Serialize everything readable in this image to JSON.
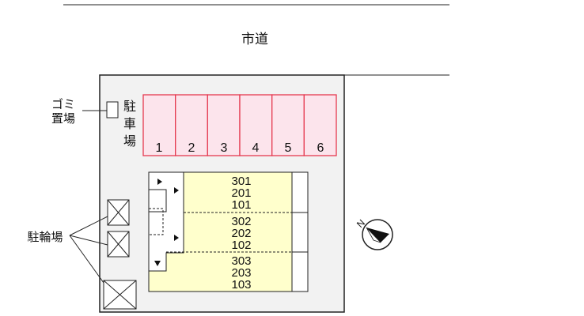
{
  "road": {
    "label": "市道"
  },
  "garbage": {
    "label_line1": "ゴミ",
    "label_line2": "置場"
  },
  "parking": {
    "label_chars": [
      "駐",
      "車",
      "場"
    ],
    "spaces": [
      "1",
      "2",
      "3",
      "4",
      "5",
      "6"
    ],
    "fill_color": "#fce4ec",
    "stroke_color": "#e53950"
  },
  "bicycle": {
    "label": "駐輪場"
  },
  "building": {
    "fill_color": "#ffffcc",
    "units": [
      [
        "301",
        "201",
        "101"
      ],
      [
        "302",
        "202",
        "102"
      ],
      [
        "303",
        "203",
        "103"
      ]
    ]
  },
  "compass": {
    "north_letter": "N",
    "icon": "compass-north-icon"
  }
}
